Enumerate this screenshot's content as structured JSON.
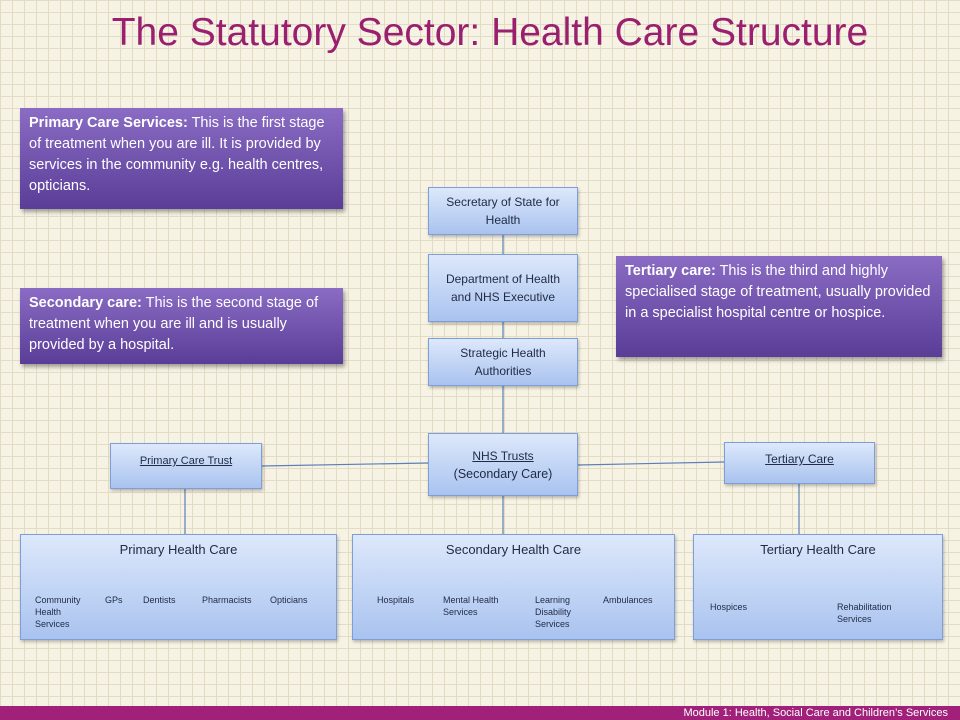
{
  "title": "The Statutory Sector: Health Care Structure",
  "info_boxes": {
    "primary": {
      "heading": "Primary Care Services:",
      "body": " This is the first stage of treatment when you are ill. It is provided by services in the community e.g. health centres, opticians."
    },
    "secondary": {
      "heading": "Secondary care:",
      "body": " This is the second stage of treatment when you are ill and is usually provided by a hospital."
    },
    "tertiary": {
      "heading": "Tertiary care:",
      "body": " This is the third and highly specialised stage of treatment, usually provided in a specialist hospital centre or hospice."
    }
  },
  "nodes": {
    "secretary": "Secretary of State for Health",
    "department": "Department of Health and NHS Executive",
    "strategic": "Strategic Health Authorities",
    "nhs_trusts_line1": "NHS Trusts",
    "nhs_trusts_line2": "(Secondary Care)",
    "primary_trust": "Primary Care Trust",
    "tertiary_care": "Tertiary Care"
  },
  "groups": {
    "primary": {
      "title": "Primary  Health Care",
      "items": [
        "Community Health Services",
        "GPs",
        "Dentists",
        "Pharmacists",
        "Opticians"
      ]
    },
    "secondary": {
      "title": "Secondary  Health Care",
      "items": [
        "Hospitals",
        "Mental Health Services",
        "Learning Disability Services",
        "Ambulances"
      ]
    },
    "tertiary": {
      "title": "Tertiary Health Care",
      "items": [
        "Hospices",
        "Rehabilitation Services"
      ]
    }
  },
  "footer": "Module 1: Health, Social Care and Children’s Services",
  "colors": {
    "title": "#9a1f6e",
    "info_box": "#6b4fb0",
    "node_fill": "#b8cef3",
    "node_border": "#7e9ed8",
    "footer_bar": "#a0207a"
  }
}
